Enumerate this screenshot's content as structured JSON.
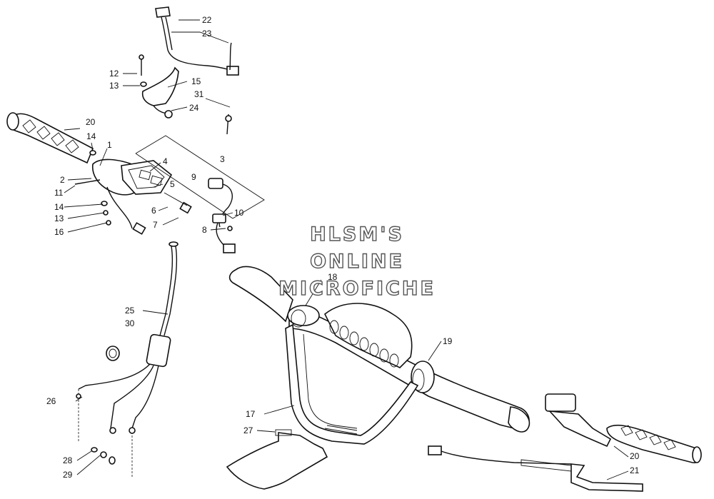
{
  "watermark": {
    "line1": "HLSM'S",
    "line2": "ONLINE",
    "line3": "MICROFICHE"
  },
  "callouts": [
    "22",
    "23",
    "12",
    "13",
    "15",
    "31",
    "24",
    "20",
    "14",
    "1",
    "4",
    "3",
    "9",
    "2",
    "11",
    "5",
    "14",
    "6",
    "10",
    "13",
    "7",
    "8",
    "16",
    "18",
    "25",
    "30",
    "19",
    "26",
    "17",
    "27",
    "28",
    "29",
    "20",
    "21"
  ],
  "colors": {
    "ink": "#111111",
    "paper": "#ffffff",
    "watermark_outline": "#555555"
  }
}
